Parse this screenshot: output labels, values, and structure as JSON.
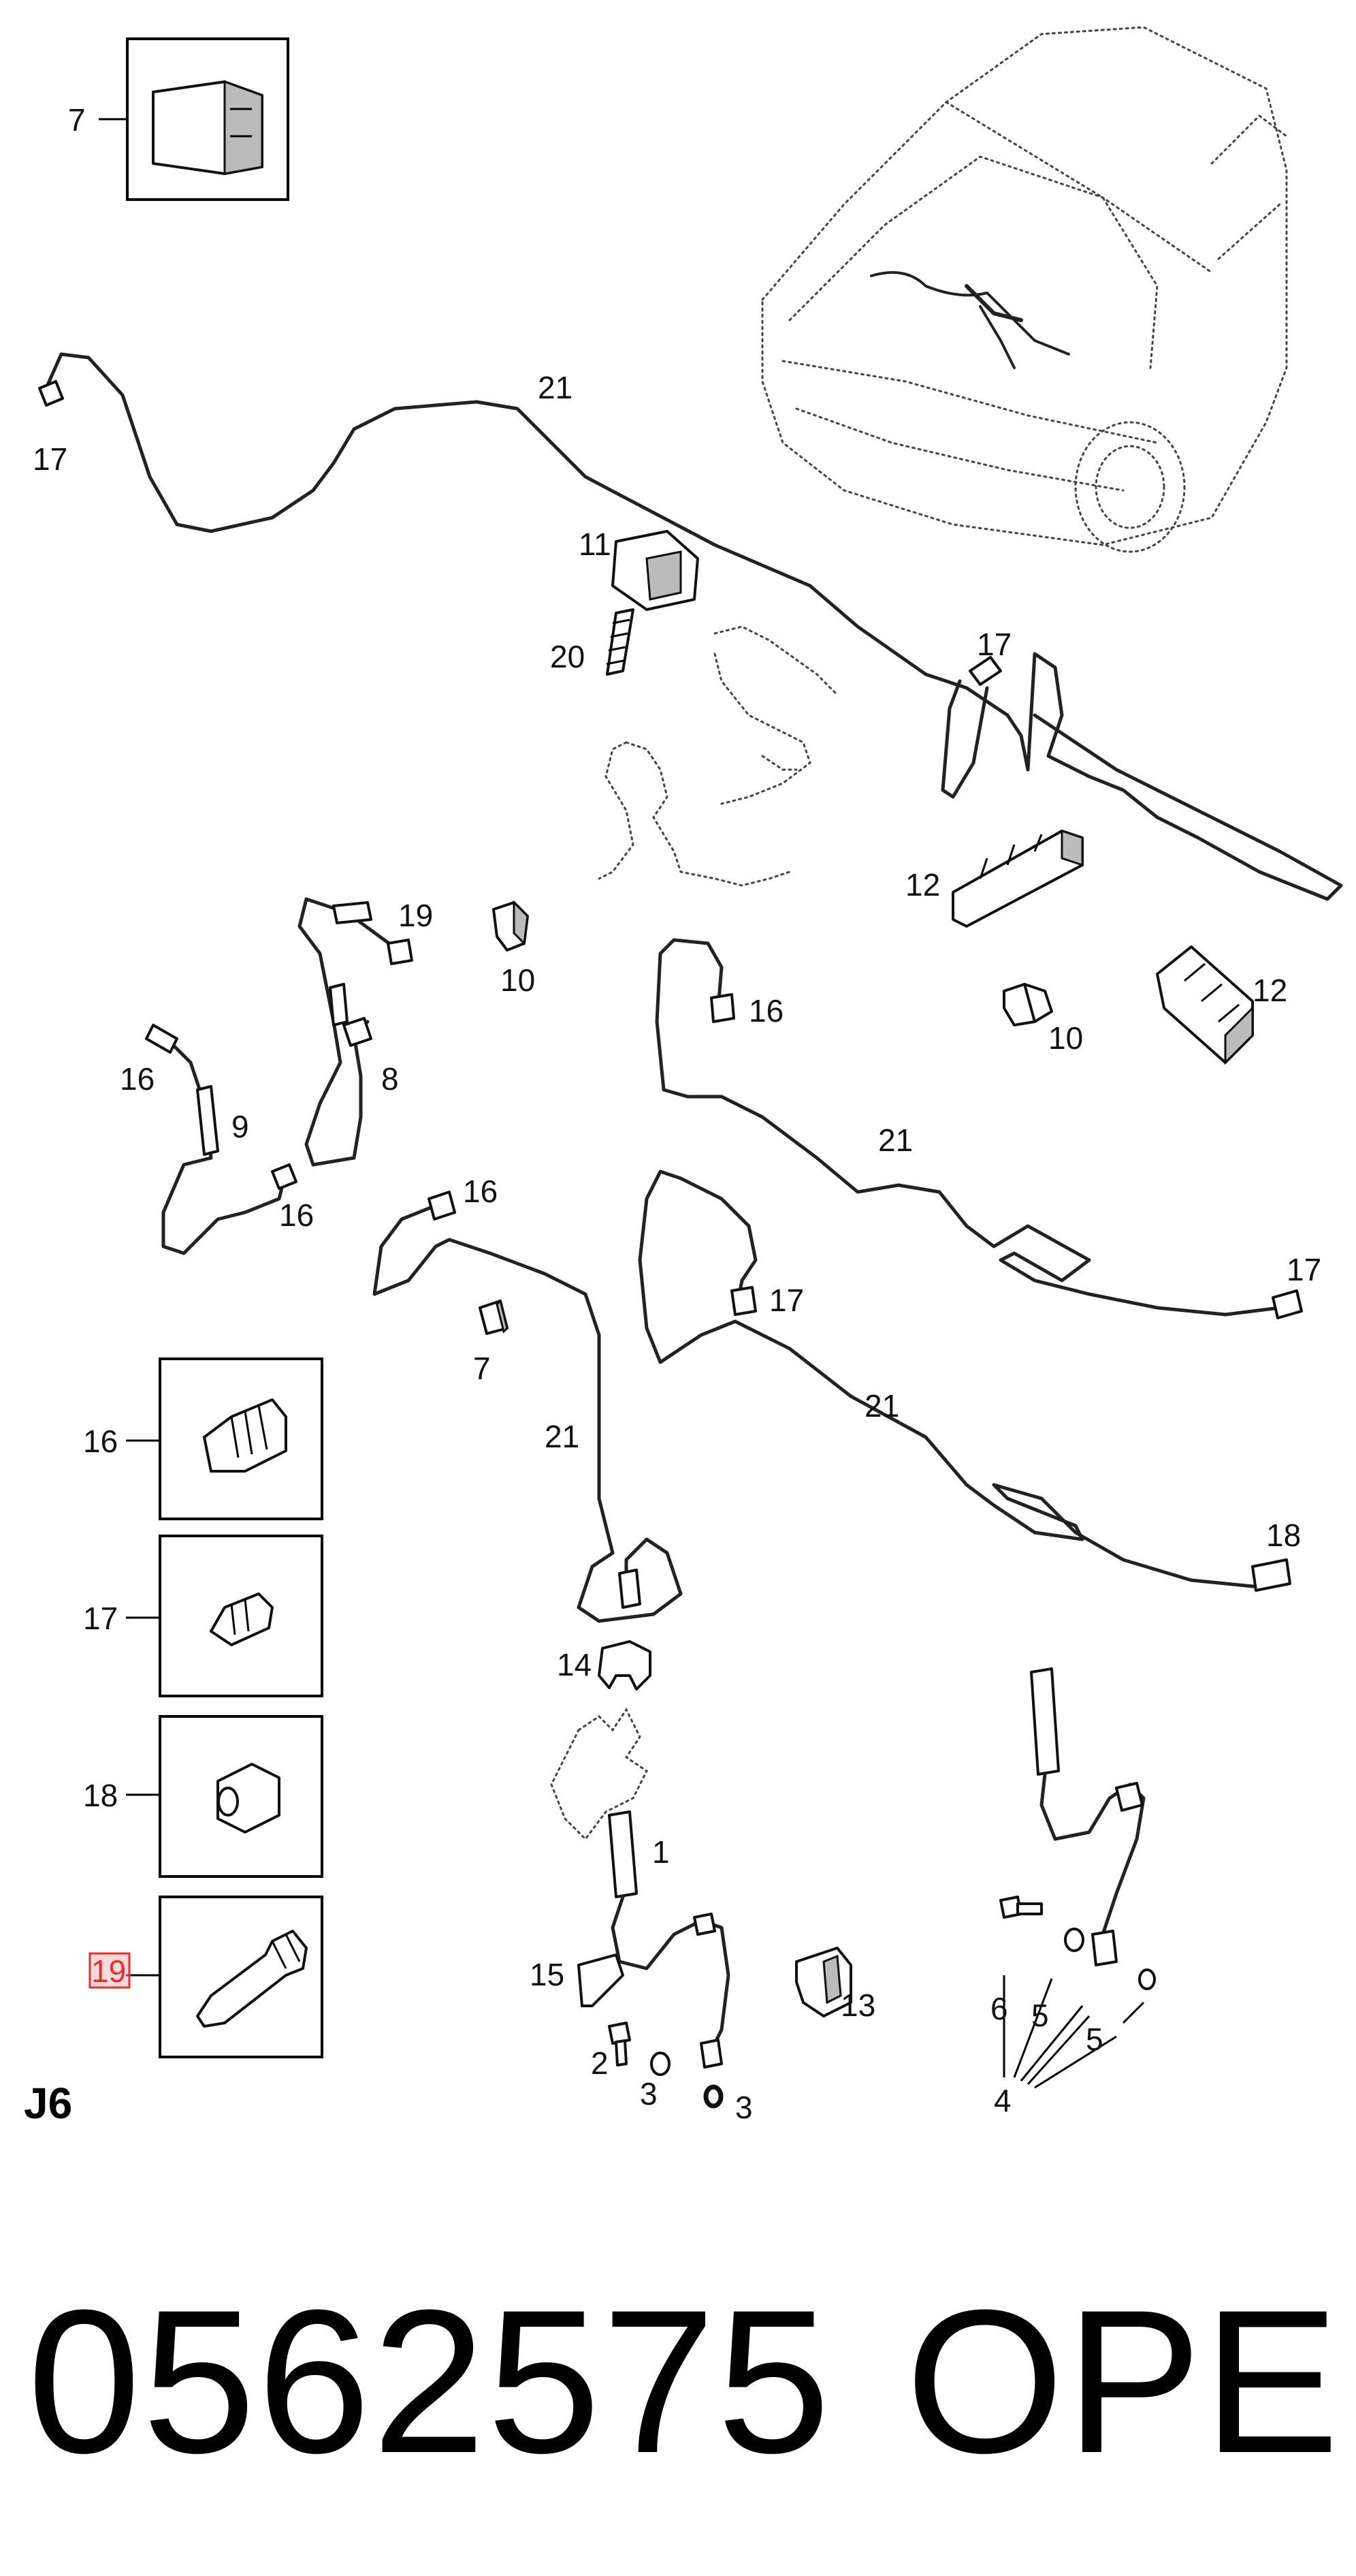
{
  "diagram": {
    "section_code": "J6",
    "part_number": "0562575",
    "brand": "OPEL",
    "highlight_color": "#e03030",
    "callouts": {
      "c7_box": "7",
      "c17_top": "17",
      "c21_top": "21",
      "c11": "11",
      "c20": "20",
      "c17_mid": "17",
      "c12_a": "12",
      "c12_b": "12",
      "c19_pipe": "19",
      "c10_a": "10",
      "c10_b": "10",
      "c16_mid": "16",
      "c16_left": "16",
      "c9": "9",
      "c8": "8",
      "c16_low": "16",
      "c16_center": "16",
      "c21_mid": "21",
      "c17_right": "17",
      "c17_center": "17",
      "c7_small": "7",
      "c21_center": "21",
      "c21_lower": "21",
      "c18_pipe": "18",
      "c14": "14",
      "c1": "1",
      "c15": "15",
      "c13": "13",
      "c2": "2",
      "c3_a": "3",
      "c3_b": "3",
      "c6": "6",
      "c5_a": "5",
      "c5_b": "5",
      "c4": "4",
      "box16": "16",
      "box17": "17",
      "box18": "18",
      "box19": "19"
    }
  }
}
